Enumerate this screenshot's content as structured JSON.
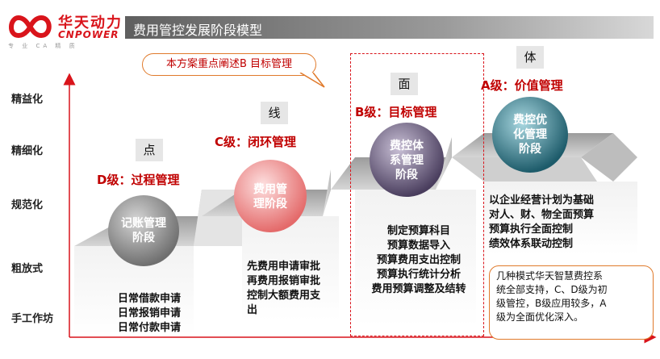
{
  "brand": {
    "name_cn": "华天动力",
    "name_en": "CNPOWER",
    "tagline": "专 业 CA 精 质"
  },
  "title": "费用管控发展阶段模型",
  "callout": "本方案重点阐述B 目标管理",
  "y_axis_levels": [
    "精益化",
    "精细化",
    "规范化",
    "粗放式",
    "手工作坊"
  ],
  "stages": [
    {
      "level": "点",
      "grade": "D级：过程管理",
      "circle": [
        "记账管理",
        "阶段"
      ],
      "items": [
        "日常借款申请",
        "日常报销申请",
        "日常付款申请"
      ]
    },
    {
      "level": "线",
      "grade": "C级：闭环管理",
      "circle": [
        "费用管",
        "理阶段"
      ],
      "items": [
        "先费用申请审批",
        "再费用报销审批",
        "控制大额费用支",
        "出"
      ]
    },
    {
      "level": "面",
      "grade": "B级：目标管理",
      "circle": [
        "费控体",
        "系管理",
        "阶段"
      ],
      "items": [
        "制定预算科目",
        "预算数据导入",
        "预算费用支出控制",
        "预算执行统计分析",
        "费用预算调整及结转"
      ]
    },
    {
      "level": "体",
      "grade": "A级：价值管理",
      "circle": [
        "费控优",
        "化管理",
        "阶段"
      ],
      "items": [
        "以企业经营计划为基础",
        "对人、财、物全面预算",
        "预算执行全面控制",
        "绩效体系联动控制"
      ]
    }
  ],
  "note": [
    "几种模式华天智慧费控系",
    "统全部支持，C、D级为初",
    "级管控，B级应用较多，A",
    "级为全面优化深入。"
  ],
  "colors": {
    "brand_red": "#d9141b",
    "grade_red": "#c00000",
    "callout_border": "#e07a2b",
    "axis_red": "#d9141b"
  }
}
